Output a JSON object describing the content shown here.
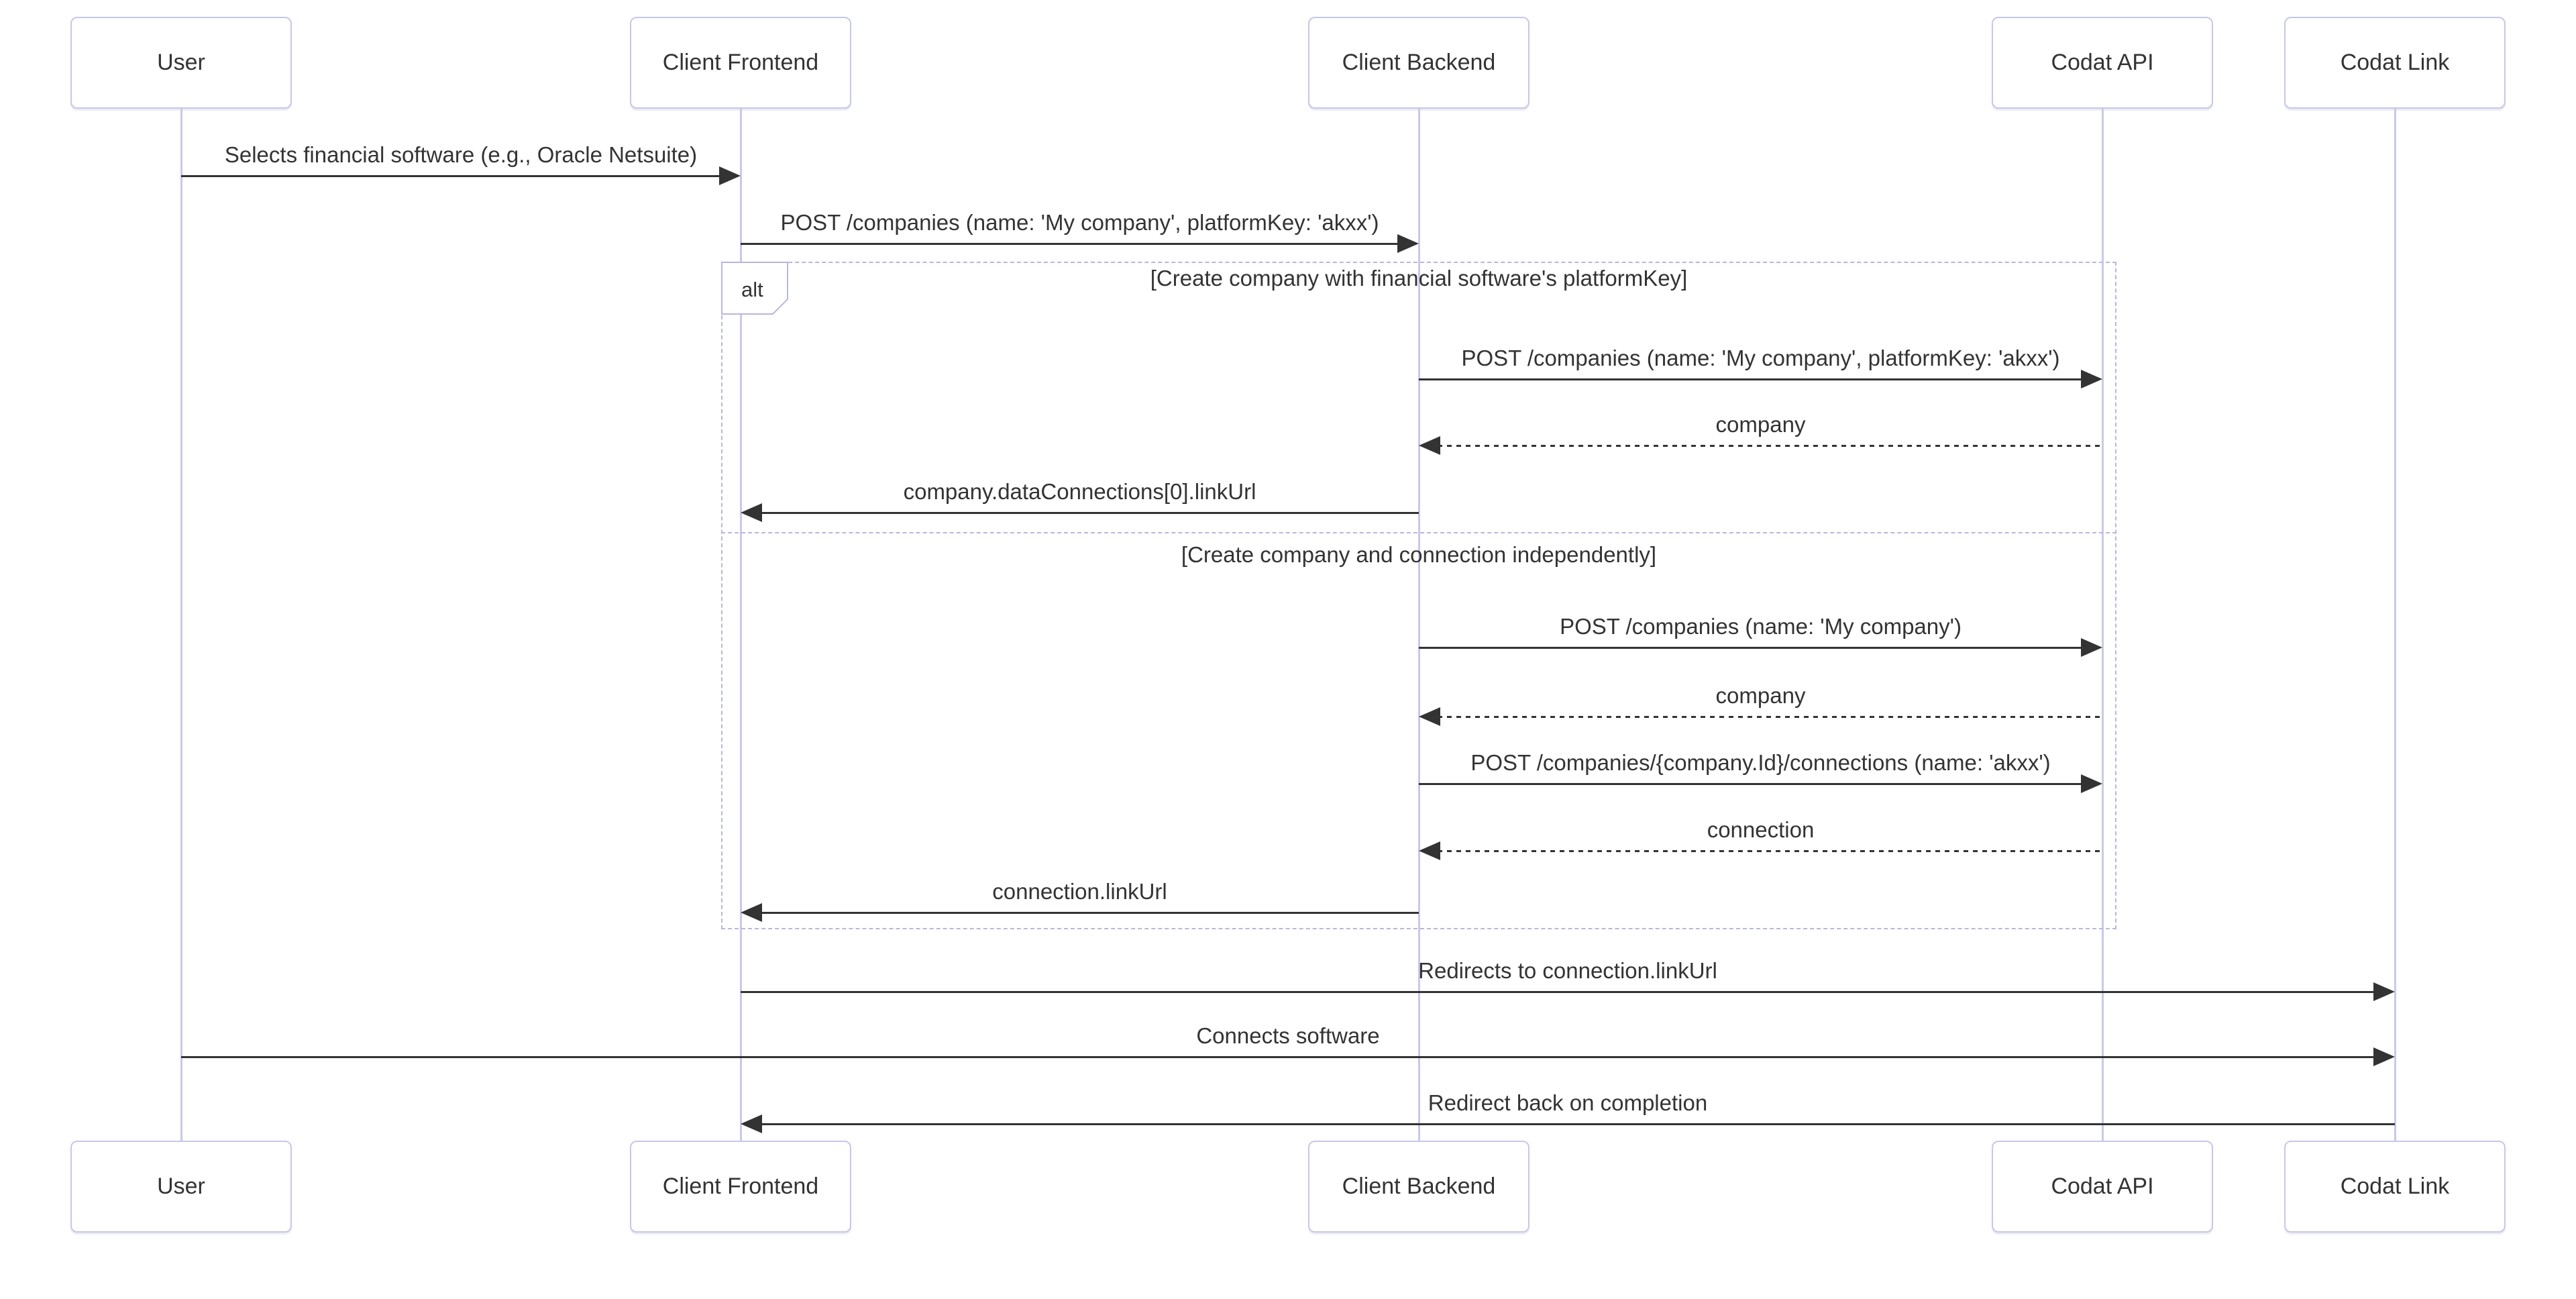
{
  "diagram": {
    "type": "sequence",
    "colors": {
      "background": "#ffffff",
      "actor_fill": "#ffffff",
      "actor_border": "#c7c7e8",
      "lifeline": "#c9c9e6",
      "arrow": "#333333",
      "text": "#333333",
      "frame_border": "#b7b7de",
      "frame_label_fill": "#ffffff"
    },
    "actors": [
      {
        "id": "user",
        "label": "User"
      },
      {
        "id": "client-frontend",
        "label": "Client Frontend"
      },
      {
        "id": "client-backend",
        "label": "Client Backend"
      },
      {
        "id": "codat-api",
        "label": "Codat API"
      },
      {
        "id": "codat-link",
        "label": "Codat Link"
      }
    ],
    "messages": [
      {
        "from": "user",
        "to": "client-frontend",
        "style": "solid",
        "label": "Selects financial software (e.g., Oracle Netsuite)"
      },
      {
        "from": "client-frontend",
        "to": "client-backend",
        "style": "solid",
        "label": "POST /companies (name: 'My company', platformKey: 'akxx')"
      },
      {
        "from": "client-backend",
        "to": "codat-api",
        "style": "solid",
        "label": "POST /companies (name: 'My company', platformKey: 'akxx')"
      },
      {
        "from": "codat-api",
        "to": "client-backend",
        "style": "dashed",
        "label": "company"
      },
      {
        "from": "client-backend",
        "to": "client-frontend",
        "style": "solid",
        "label": "company.dataConnections[0].linkUrl"
      },
      {
        "from": "client-backend",
        "to": "codat-api",
        "style": "solid",
        "label": "POST /companies (name: 'My company')"
      },
      {
        "from": "codat-api",
        "to": "client-backend",
        "style": "dashed",
        "label": "company"
      },
      {
        "from": "client-backend",
        "to": "codat-api",
        "style": "solid",
        "label": "POST /companies/{company.Id}/connections (name: 'akxx')"
      },
      {
        "from": "codat-api",
        "to": "client-backend",
        "style": "dashed",
        "label": "connection"
      },
      {
        "from": "client-backend",
        "to": "client-frontend",
        "style": "solid",
        "label": "connection.linkUrl"
      },
      {
        "from": "client-frontend",
        "to": "codat-link",
        "style": "solid",
        "label": "Redirects to connection.linkUrl"
      },
      {
        "from": "user",
        "to": "codat-link",
        "style": "solid",
        "label": "Connects software"
      },
      {
        "from": "codat-link",
        "to": "client-frontend",
        "style": "solid",
        "label": "Redirect back on completion"
      }
    ],
    "frame": {
      "label": "alt",
      "sections": [
        {
          "label": "[Create company with financial software's platformKey]"
        },
        {
          "label": "[Create company and connection independently]"
        }
      ]
    }
  }
}
